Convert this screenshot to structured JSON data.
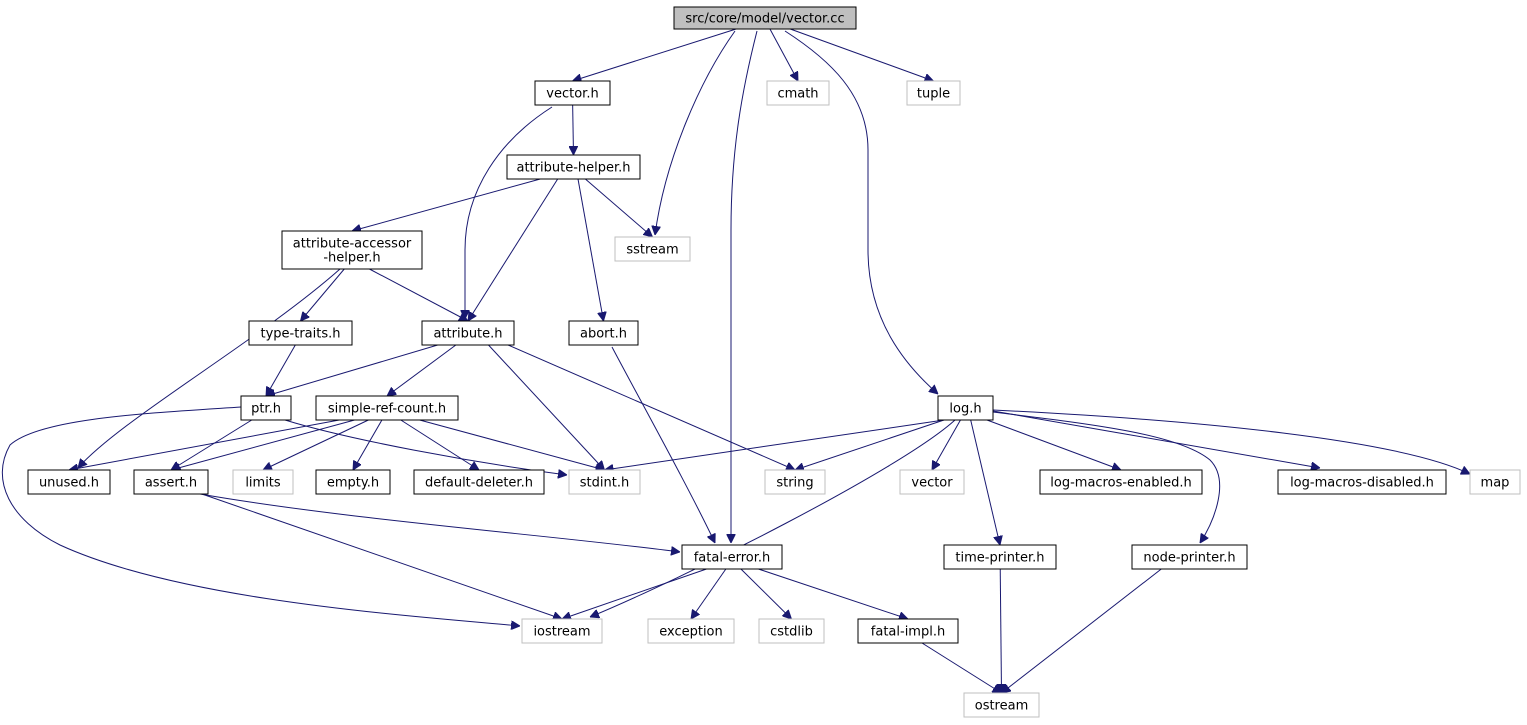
{
  "graph": {
    "edge_color": "#191970",
    "local_border_color": "#000000",
    "system_border_color": "#bfbfbf",
    "root_fill_color": "#bfbfbf",
    "nodes": [
      {
        "id": "root",
        "lines": [
          "src/core/model/vector.cc"
        ],
        "kind": "root"
      },
      {
        "id": "vector-h",
        "lines": [
          "vector.h"
        ],
        "kind": "local"
      },
      {
        "id": "cmath",
        "lines": [
          "cmath"
        ],
        "kind": "system"
      },
      {
        "id": "tuple",
        "lines": [
          "tuple"
        ],
        "kind": "system"
      },
      {
        "id": "attribute-helper-h",
        "lines": [
          "attribute-helper.h"
        ],
        "kind": "local"
      },
      {
        "id": "attribute-accessor-helper-h",
        "lines": [
          "attribute-accessor",
          "-helper.h"
        ],
        "kind": "local"
      },
      {
        "id": "sstream",
        "lines": [
          "sstream"
        ],
        "kind": "system"
      },
      {
        "id": "type-traits-h",
        "lines": [
          "type-traits.h"
        ],
        "kind": "local"
      },
      {
        "id": "attribute-h",
        "lines": [
          "attribute.h"
        ],
        "kind": "local"
      },
      {
        "id": "abort-h",
        "lines": [
          "abort.h"
        ],
        "kind": "local"
      },
      {
        "id": "ptr-h",
        "lines": [
          "ptr.h"
        ],
        "kind": "local"
      },
      {
        "id": "simple-ref-count-h",
        "lines": [
          "simple-ref-count.h"
        ],
        "kind": "local"
      },
      {
        "id": "log-h",
        "lines": [
          "log.h"
        ],
        "kind": "local"
      },
      {
        "id": "unused-h",
        "lines": [
          "unused.h"
        ],
        "kind": "local"
      },
      {
        "id": "assert-h",
        "lines": [
          "assert.h"
        ],
        "kind": "local"
      },
      {
        "id": "limits",
        "lines": [
          "limits"
        ],
        "kind": "system"
      },
      {
        "id": "empty-h",
        "lines": [
          "empty.h"
        ],
        "kind": "local"
      },
      {
        "id": "default-deleter-h",
        "lines": [
          "default-deleter.h"
        ],
        "kind": "local"
      },
      {
        "id": "stdint-h",
        "lines": [
          "stdint.h"
        ],
        "kind": "system"
      },
      {
        "id": "string",
        "lines": [
          "string"
        ],
        "kind": "system"
      },
      {
        "id": "vector",
        "lines": [
          "vector"
        ],
        "kind": "system"
      },
      {
        "id": "log-macros-enabled-h",
        "lines": [
          "log-macros-enabled.h"
        ],
        "kind": "local"
      },
      {
        "id": "log-macros-disabled-h",
        "lines": [
          "log-macros-disabled.h"
        ],
        "kind": "local"
      },
      {
        "id": "map",
        "lines": [
          "map"
        ],
        "kind": "system"
      },
      {
        "id": "fatal-error-h",
        "lines": [
          "fatal-error.h"
        ],
        "kind": "local"
      },
      {
        "id": "time-printer-h",
        "lines": [
          "time-printer.h"
        ],
        "kind": "local"
      },
      {
        "id": "node-printer-h",
        "lines": [
          "node-printer.h"
        ],
        "kind": "local"
      },
      {
        "id": "iostream",
        "lines": [
          "iostream"
        ],
        "kind": "system"
      },
      {
        "id": "exception",
        "lines": [
          "exception"
        ],
        "kind": "system"
      },
      {
        "id": "cstdlib",
        "lines": [
          "cstdlib"
        ],
        "kind": "system"
      },
      {
        "id": "fatal-impl-h",
        "lines": [
          "fatal-impl.h"
        ],
        "kind": "local"
      },
      {
        "id": "ostream",
        "lines": [
          "ostream"
        ],
        "kind": "system"
      }
    ],
    "edges": [
      [
        "root",
        "vector-h"
      ],
      [
        "root",
        "sstream"
      ],
      [
        "root",
        "fatal-error-h"
      ],
      [
        "root",
        "cmath"
      ],
      [
        "root",
        "log-h"
      ],
      [
        "root",
        "tuple"
      ],
      [
        "vector-h",
        "attribute-helper-h"
      ],
      [
        "vector-h",
        "attribute-h"
      ],
      [
        "attribute-helper-h",
        "attribute-accessor-helper-h"
      ],
      [
        "attribute-helper-h",
        "attribute-h"
      ],
      [
        "attribute-helper-h",
        "abort-h"
      ],
      [
        "attribute-helper-h",
        "sstream"
      ],
      [
        "attribute-accessor-helper-h",
        "unused-h"
      ],
      [
        "attribute-accessor-helper-h",
        "type-traits-h"
      ],
      [
        "attribute-accessor-helper-h",
        "attribute-h"
      ],
      [
        "type-traits-h",
        "ptr-h"
      ],
      [
        "attribute-h",
        "ptr-h"
      ],
      [
        "attribute-h",
        "simple-ref-count-h"
      ],
      [
        "attribute-h",
        "stdint-h"
      ],
      [
        "attribute-h",
        "string"
      ],
      [
        "abort-h",
        "fatal-error-h"
      ],
      [
        "ptr-h",
        "assert-h"
      ],
      [
        "ptr-h",
        "iostream"
      ],
      [
        "ptr-h",
        "stdint-h"
      ],
      [
        "simple-ref-count-h",
        "unused-h"
      ],
      [
        "simple-ref-count-h",
        "assert-h"
      ],
      [
        "simple-ref-count-h",
        "limits"
      ],
      [
        "simple-ref-count-h",
        "empty-h"
      ],
      [
        "simple-ref-count-h",
        "default-deleter-h"
      ],
      [
        "simple-ref-count-h",
        "stdint-h"
      ],
      [
        "assert-h",
        "fatal-error-h"
      ],
      [
        "assert-h",
        "iostream"
      ],
      [
        "log-h",
        "stdint-h"
      ],
      [
        "log-h",
        "string"
      ],
      [
        "log-h",
        "vector"
      ],
      [
        "log-h",
        "iostream"
      ],
      [
        "log-h",
        "time-printer-h"
      ],
      [
        "log-h",
        "log-macros-enabled-h"
      ],
      [
        "log-h",
        "log-macros-disabled-h"
      ],
      [
        "log-h",
        "node-printer-h"
      ],
      [
        "log-h",
        "map"
      ],
      [
        "fatal-error-h",
        "iostream"
      ],
      [
        "fatal-error-h",
        "exception"
      ],
      [
        "fatal-error-h",
        "cstdlib"
      ],
      [
        "fatal-error-h",
        "fatal-impl-h"
      ],
      [
        "fatal-impl-h",
        "ostream"
      ],
      [
        "time-printer-h",
        "ostream"
      ],
      [
        "node-printer-h",
        "ostream"
      ]
    ]
  }
}
